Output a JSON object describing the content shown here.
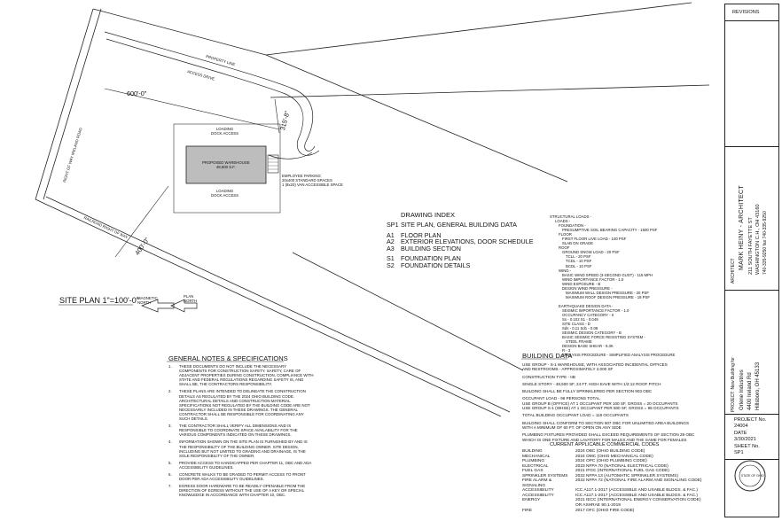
{
  "site_plan": {
    "title": "SITE PLAN  1\"=100'-0\"",
    "north_magnetic": "MAGNETIC NORTH",
    "north_plan": "PLAN NORTH",
    "property_line": "PROPERTY LINE",
    "access_drive": "ACCESS DRIVE",
    "row_ireland": "RIGHT OF WAY IRELAND ROAD",
    "row_railroad": "RAILROAD RIGHT OF WAY",
    "dim_600": "600'-0\"",
    "dim_400": "400'-0\"",
    "dim_315": "315'-8\"",
    "loading_top": "LOADING\nDOCK ACCESS",
    "loading_bottom": "LOADING\nDOCK ACCESS",
    "warehouse": "PROPOSED WAREHOUSE\n48,500 S.F.",
    "parking": "EMPLOYEE PARKING\n20x400 STANDARD SPACES\n1 (8x20) VAN ACCESSIBLE SPACE"
  },
  "drawing_index": {
    "title": "DRAWING INDEX",
    "items": [
      {
        "code": "SP1",
        "desc": "SITE PLAN, GENERAL BUILDING DATA"
      },
      {
        "code": "A1",
        "desc": "FLOOR PLAN"
      },
      {
        "code": "A2",
        "desc": "EXTERIOR ELEVATIONS, DOOR SCHEDULE"
      },
      {
        "code": "A3",
        "desc": "BUILDING SECTION"
      },
      {
        "code": "S1",
        "desc": "FOUNDATION PLAN"
      },
      {
        "code": "S2",
        "desc": "FOUNDATION DETAILS"
      }
    ]
  },
  "structural_loads": [
    "STRUCTURAL LOADS -",
    "LOADS -",
    "FOUNDATION -",
    "PRESUMPTIVE SOIL BEARING CAPACITY - 1500 PSF",
    "FLOOR",
    "FIRST FLOOR LIVE LOAD - 100 PSF",
    "SLAB ON GRADE",
    "ROOF",
    "GROUND SNOW LOAD - 20 PSF",
    "TCLL - 20 PSF",
    "TCDL - 10 PSF",
    "BCDL - 10 PSF",
    "WIND -",
    "BASIC WIND SPEED (3-SECOND GUST) - 115 MPH",
    "WIND IMPORTANCE FACTOR - 1.0",
    "WIND EXPOSURE - B",
    "DESIGN WIND PRESSURE -",
    "MAXIMUM WALL DESIGN PRESSURE - 20 PSF",
    "MAXIMUM ROOF DESIGN PRESSURE - 18 PSF",
    "",
    "EARTHQUAKE DESIGN DATA -",
    "SEISMIC IMPORTANCE FACTOR - 1.0",
    "OCCUPANCY CATEGORY - II",
    "Ss - 0.102    S1 - 0.049",
    "SITE CLASS - D",
    "Sds - 0.11    Sd1 - 0.08",
    "SEISMIC DESIGN CATEGORY - B",
    "BASIC SEISMIC FORCE RESISTING SYSTEM -",
    "STEEL FRAME",
    "DESIGN BASE SHEAR - 9.3K",
    "R - 3",
    "ANALYSIS PROCEDURE - SIMPLIFIED ANALYSIS PROCEDURE"
  ],
  "building_data": {
    "title": "BUILDING DATA",
    "lines": [
      "USE GROUP - S-1 WAREHOUSE, WITH ASSOCIATED INCIDENTAL OFFICES",
      "AND RESTROOMS - APPROXIMATELY 2,000 SF",
      "",
      "CONSTRUCTION TYPE - IIB",
      "",
      "SINGLE STORY - 48,500 SF, 24 FT. HIGH EAVE WITH 1/2:12 ROOF PITCH",
      "",
      "BUILDING SHALL BE FULLY SPRINKLERED PER SECTION 903 OBC",
      "",
      "OCCUPANT LOAD - 96 PERSONS TOTAL",
      "USE GROUP B (OFFICE) AT 1 OCCUPANT PER 100 SF, GROSS = 20 OCCUPANTS",
      "USE GROUP S-1 (WHSE) AT 1 OCCUPANT PER 500 SF, GROSS = 96 OCCUPANTS",
      "",
      "TOTAL BUILDING OCCUPANT LOAD = 116 OCCUPANTS",
      "",
      "BUILDING SHALL CONFORM TO SECTION 507 OBC FOR UNLIMITED AREA BUILDINGS",
      "WITH A MINIMUM OF 60 FT. OF OPEN ON ANY SIDE",
      "",
      "PLUMBING FIXTURES PROVIDED SHALL EXCEED REQUIREMENTS OF SECTION 29 OBC",
      "WHICH IS ONE FIXTURE AND LAVATORY FOR MALES AND THE SAME FOR FEMALES"
    ]
  },
  "general_notes": {
    "title": "GENERAL NOTES & SPECIFICATIONS",
    "items": [
      {
        "n": "1.",
        "text": "THESE DOCUMENTS DO NOT INCLUDE THE NECESSARY COMPONENTS FOR CONSTRUCTION SAFETY. SAFETY, CARE OF ADJACENT PROPERTIES DURING CONSTRUCTION, COMPLIANCE WITH STATE AND FEDERAL REGULATIONS REGARDING SAFETY IS, AND SHALL BE, THE CONTRACTORS RESPONSIBILITY."
      },
      {
        "n": "2.",
        "text": "THESE PLANS ARE INTENDED TO DELINEATE THE CONSTRUCTION DETAILS AS REGULATED BY THE 2024 OHIO BUILDING CODE. ARCHITECTURAL DETAILS AND CONSTRUCTION MATERIAL SPECIFICATIONS NOT REGULATED BY THE BUILDING CODE ARE NOT NECESSARILY INCLUDED IN THESE DRAWINGS. THE GENERAL CONTRACTOR SHALL BE RESPONSIBLE FOR COORDINATING ANY SUCH DETAILS."
      },
      {
        "n": "3.",
        "text": "THE CONTRACTOR SHALL VERIFY ALL DIMENSIONS AND IS RESPONSIBLE TO COORDINATE SPACE AVAILABILITY FOR THE VARIOUS COMPONENTS INDICATED ON THESE DRAWINGS."
      },
      {
        "n": "4.",
        "text": "INFORMATION SHOWN ON THE SITE PLAN IS FURNISHED BY AND IS THE RESPONSIBILITY OF THE BUILDING OWNER. SITE DESIGN, INCLUDING BUT NOT LIMITED TO GRADING AND DRAINAGE, IS THE SOLE RESPONSIBILITY OF THE OWNER."
      },
      {
        "n": "5.",
        "text": "PROVIDE ACCESS TO HANDICAPPED PER CHAPTER 11, OBC AND ADA ACCESSIBILITY GUIDELINES."
      },
      {
        "n": "6.",
        "text": "CONCRETE WALKS TO BE GRADED TO PERMIT ACCESS TO FRONT DOOR PER ADA ACCESSIBILITY GUIDELINES."
      },
      {
        "n": "7.",
        "text": "EGRESS DOOR HARDWARE TO BE READILY OPENABLE FROM THE DIRECTION OF EGRESS WITHOUT THE USE OF A KEY OR SPECIAL KNOWLEDGE IN ACCORDANCE WITH CHAPTER 10, OBC."
      }
    ]
  },
  "codes": {
    "title": "CURRENT APPLICABLE COMMERCIAL CODES",
    "rows": [
      {
        "k": "BUILDING",
        "v": "2024 OBC (OHIO BUILDING CODE)"
      },
      {
        "k": "MECHANICAL",
        "v": "2024 OMC (OHIO MECHANICAL CODE)"
      },
      {
        "k": "PLUMBING",
        "v": "2024 OPC (OHIO PLUMBING CODE)"
      },
      {
        "k": "ELECTRICAL",
        "v": "2023 NFPA 70 (NATIONAL ELECTRICAL CODE)"
      },
      {
        "k": "FUEL GAS",
        "v": "2021 IFGC (INTERNATIONAL FUEL GAS CODE)"
      },
      {
        "k": "SPRINKLER SYSTEMS",
        "v": "2022 NFPA 13 (AUTOMATIC SPRINKLER SYSTEMS)"
      },
      {
        "k": "FIRE ALARM & SIGNALING",
        "v": "2022 NFPA 72 (NATIONAL FIRE ALARM AND SIGNALING CODE)"
      },
      {
        "k": "ACCESSIBILITY",
        "v": "ICC A117.1-2017 (ACCESSIBLE AND USABLE BLDGS. & FAC.)"
      },
      {
        "k": "ACCESSIBILITY",
        "v": "ICC A117.1-2017 (ACCESSIBLE AND USABLE BLDGS. & FAC.)"
      },
      {
        "k": "ENERGY",
        "v": "2021 IECC (INTERNATIONAL ENERGY CONSERVATION CODE)"
      },
      {
        "k": "",
        "v": "OR ASHRAE 90.1-2019"
      },
      {
        "k": "FIRE",
        "v": "2017 OFC (OHIO FIRE CODE)"
      }
    ]
  },
  "titleblock": {
    "revisions": "REVISIONS",
    "architect_label": "ARCHITECT",
    "architect_name": "MARK HEINY - ARCHITECT",
    "address1": "211 SOUTH FAYETTE ST",
    "address2": "WASHINGTON C.H., OH 43160",
    "phone": "740-335-9250   fax 740-335-9250",
    "project_label": "PROJECT: New Building for",
    "owner1": "Orlene Industries",
    "owner2": "4400 Ireland Rd",
    "owner3": "Hillsboro, OH 45133",
    "project_no": "PROJECT No.",
    "project_no_val": "24004",
    "date_label": "DATE",
    "date_val": "3/30/2021",
    "sheet_label": "SHEET No.",
    "sheet_val": "SP1",
    "seal_text": "STATE OF OHIO"
  }
}
